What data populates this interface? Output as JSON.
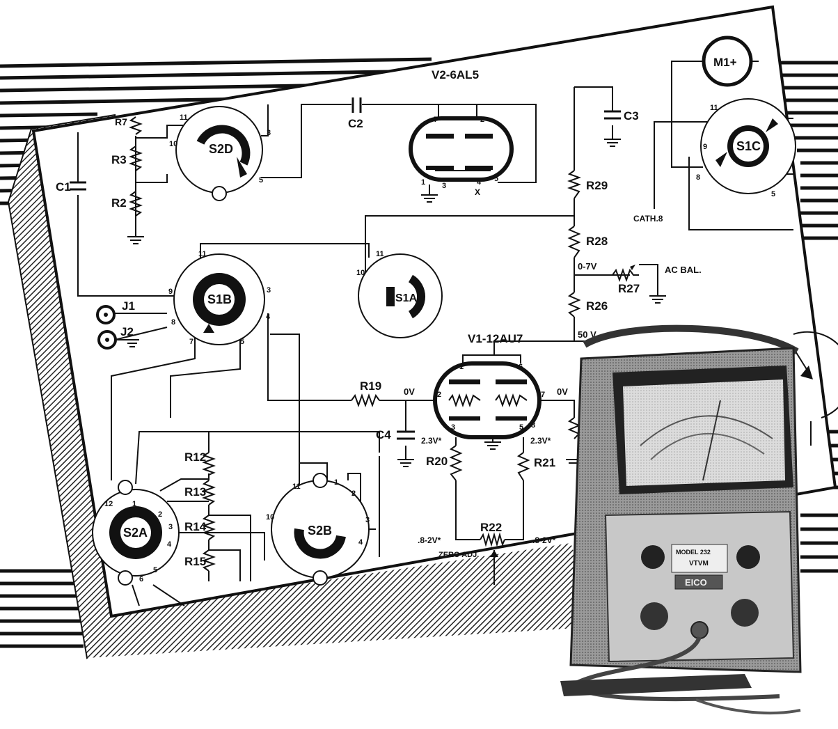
{
  "tube_labels": {
    "v2": "V2-6AL5",
    "v1": "V1-12AU7",
    "meter": "M1+"
  },
  "switches": {
    "s2d": "S2D",
    "s1c": "S1C",
    "s1b": "S1B",
    "s1a": "S1A",
    "s2a": "S2A",
    "s2b": "S2B"
  },
  "components": {
    "c1": "C1",
    "c2": "C2",
    "c3": "C3",
    "c4": "C4",
    "r2": "R2",
    "r3": "R3",
    "r7": "R7",
    "r12": "R12",
    "r13": "R13",
    "r14": "R14",
    "r15": "R15",
    "r19": "R19",
    "r20": "R20",
    "r21": "R21",
    "r22": "R22",
    "r26": "R26",
    "r27": "R27",
    "r28": "R28",
    "r29": "R29",
    "j1": "J1",
    "j2": "J2"
  },
  "annotations": {
    "cath": "CATH.8",
    "ac_bal": "AC BAL.",
    "range": "0-7V",
    "fifty": "50 V",
    "ov_left": "0V",
    "ov_right": "0V",
    "v23_left": "2.3V*",
    "v23_right": "2.3V*",
    "v82_left": ".8-2V*",
    "v82_right": ".8-2V*",
    "zero_adj": "ZERO ADJ."
  },
  "pins": {
    "s2d": [
      "11",
      "10",
      "3",
      "5"
    ],
    "s1c": [
      "11",
      "9",
      "8",
      "5"
    ],
    "s1b": [
      "11",
      "9",
      "8",
      "7",
      "5",
      "4",
      "3"
    ],
    "s1a": [
      "11",
      "10"
    ],
    "s2a": [
      "12",
      "1",
      "2",
      "3",
      "4",
      "5",
      "6"
    ],
    "s2b": [
      "11",
      "1",
      "2",
      "3",
      "4",
      "10"
    ],
    "v2": [
      "7",
      "2",
      "1",
      "3",
      "4",
      "5"
    ],
    "v1": [
      "1",
      "6",
      "2",
      "7",
      "3",
      "5",
      "8"
    ]
  },
  "tube_marks": {
    "x": "X"
  },
  "instrument": {
    "model": "MODEL 232",
    "type": "VTVM",
    "brand": "EICO"
  },
  "colors": {
    "ink": "#111111",
    "paper": "#ffffff",
    "meter_face": "#d9d9d9",
    "case": "#8a8a8a"
  }
}
